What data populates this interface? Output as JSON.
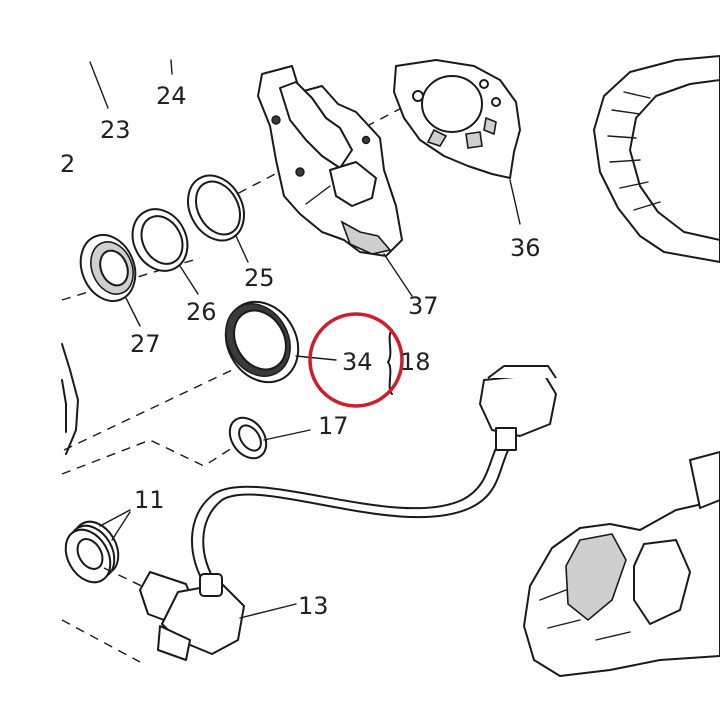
{
  "diagram": {
    "callouts": [
      {
        "id": "23",
        "text": "23"
      },
      {
        "id": "24",
        "text": "24"
      },
      {
        "id": "2",
        "text": "2"
      },
      {
        "id": "25",
        "text": "25"
      },
      {
        "id": "26",
        "text": "26"
      },
      {
        "id": "27",
        "text": "27"
      },
      {
        "id": "36",
        "text": "36"
      },
      {
        "id": "37",
        "text": "37"
      },
      {
        "id": "34",
        "text": "34"
      },
      {
        "id": "18",
        "text": "18"
      },
      {
        "id": "17",
        "text": "17"
      },
      {
        "id": "11",
        "text": "11"
      },
      {
        "id": "13",
        "text": "13"
      }
    ],
    "highlight": {
      "color": "#cc1f2a",
      "target": "34"
    }
  }
}
